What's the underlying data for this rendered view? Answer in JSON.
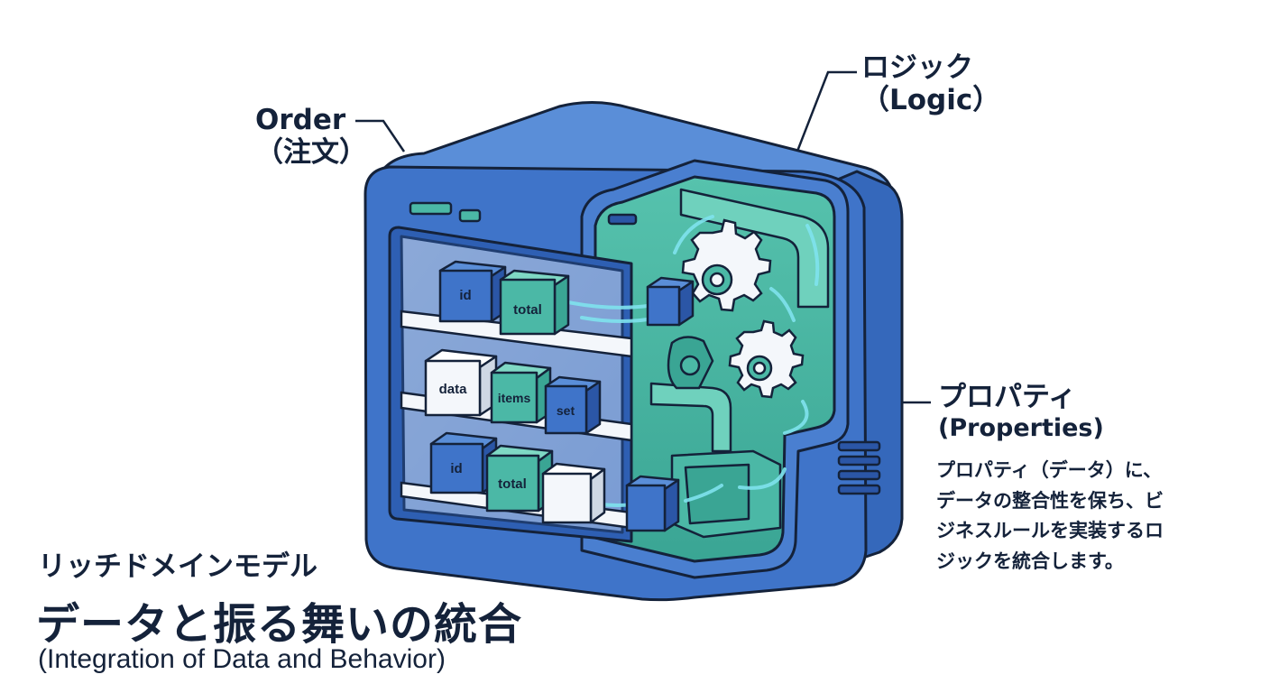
{
  "labels": {
    "order": {
      "en": "Order",
      "jp": "（注文）"
    },
    "logic": {
      "jp": "ロジック",
      "en": "（Logic）"
    },
    "properties": {
      "jp": "プロパティ",
      "en": "(Properties)",
      "description": "プロパティ（データ）に、\nデータの整合性を保ち、ビ\nジネスルールを実装するロ\nジックを統合します。"
    }
  },
  "shelves": {
    "top": [
      "id",
      "total"
    ],
    "middle": [
      "data",
      "items",
      "set"
    ],
    "bottom": [
      "id",
      "total"
    ]
  },
  "footer": {
    "subtitle": "リッチドメインモデル",
    "title": "データと振る舞いの統合",
    "english": "(Integration of Data and Behavior)"
  },
  "colors": {
    "cabinet_blue": "#3f74c9",
    "dark_blue": "#2b56a6",
    "teal": "#4bb8a6",
    "outline": "#14223a"
  }
}
